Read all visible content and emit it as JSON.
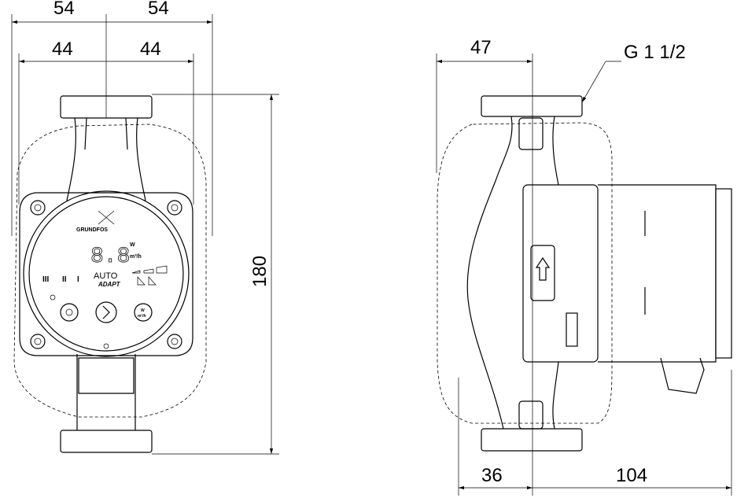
{
  "title": "Pump dimensional drawing",
  "front_view": {
    "dims": {
      "top_left": "54",
      "top_right": "54",
      "inner_left": "44",
      "inner_right": "44",
      "height": "180"
    },
    "panel": {
      "brand": "GRUNDFOS",
      "display": "8.8",
      "unit_power": "W",
      "unit_flow": "m³/h",
      "mode_auto": "AUTO",
      "mode_adapt": "ADAPT",
      "speed_labels": [
        "III",
        "II",
        "I"
      ],
      "button_right_top": "W",
      "button_right_bottom": "m³/h"
    }
  },
  "side_view": {
    "dims": {
      "top": "47",
      "thread": "G 1 1/2",
      "bottom_left": "36",
      "bottom_right": "104"
    }
  }
}
